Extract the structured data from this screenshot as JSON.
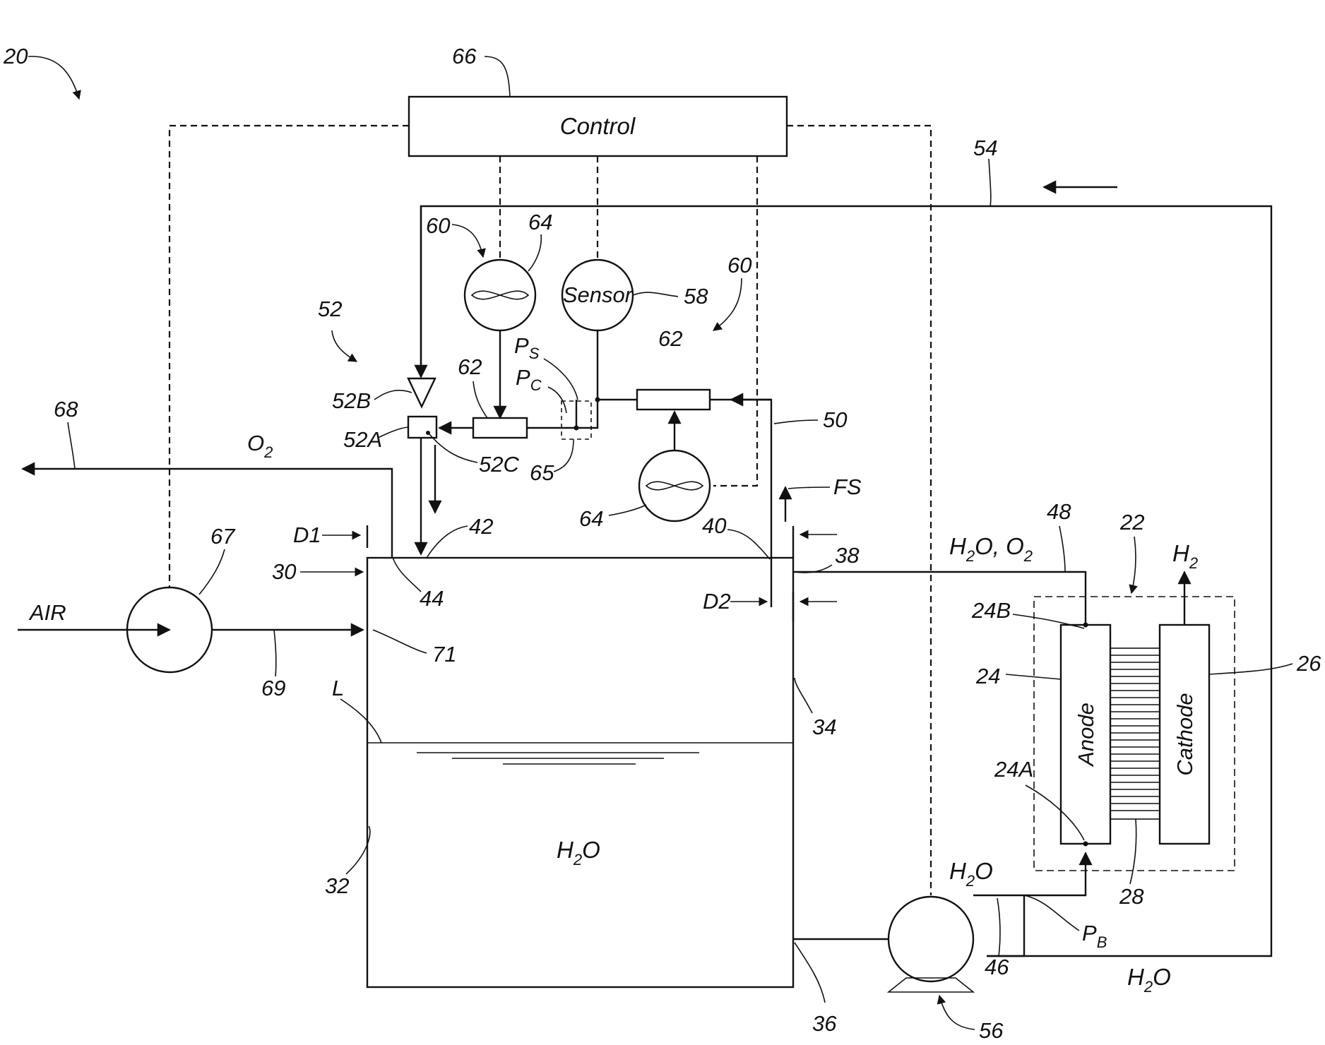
{
  "labels": {
    "system": "20",
    "control_ref": "66",
    "control": "Control",
    "sensor": "Sensor",
    "sensor_ref": "58",
    "return_line": "54",
    "fan_ref_a": "64",
    "fan_ref_b": "64",
    "group_60_a": "60",
    "group_60_b": "60",
    "dryer_group": "52",
    "valve_52b": "52B",
    "valve_52a": "52A",
    "point_52c": "52C",
    "heat_ex_a": "62",
    "heat_ex_b": "62",
    "point_65": "65",
    "line_50": "50",
    "line_68": "68",
    "o2_main": "O",
    "o2_sub": "2",
    "fs": "FS",
    "d1": "D1",
    "d2": "D2",
    "point_42": "42",
    "point_40": "40",
    "point_38": "38",
    "point_44": "44",
    "tank_30": "30",
    "pump_67": "67",
    "air": "AIR",
    "line_69": "69",
    "point_71": "71",
    "level": "L",
    "wall_34": "34",
    "wall_32": "32",
    "water_main": "H",
    "water_sub": "2",
    "water_tail": "O",
    "outlet_36": "36",
    "pump_56": "56",
    "line_46": "46",
    "line_48": "48",
    "stack_22": "22",
    "cathode_26": "26",
    "anode_24": "24",
    "anode_24a": "24A",
    "anode_24b": "24B",
    "membrane_28": "28",
    "anode": "Anode",
    "cathode": "Cathode",
    "h2o_o2": "H",
    "h2o_o2_sub1": "2",
    "h2o_o2_tail": "O, O",
    "h2o_o2_sub2": "2",
    "h2_main": "H",
    "h2_sub": "2",
    "h2o_pump_main": "H",
    "h2o_pump_sub": "2",
    "h2o_pump_tail": "O",
    "h2o_return_main": "H",
    "h2o_return_sub": "2",
    "h2o_return_tail": "O",
    "ps_main": "P",
    "ps_sub": "S",
    "pc_main": "P",
    "pc_sub": "C",
    "pb_main": "P",
    "pb_sub": "B"
  }
}
